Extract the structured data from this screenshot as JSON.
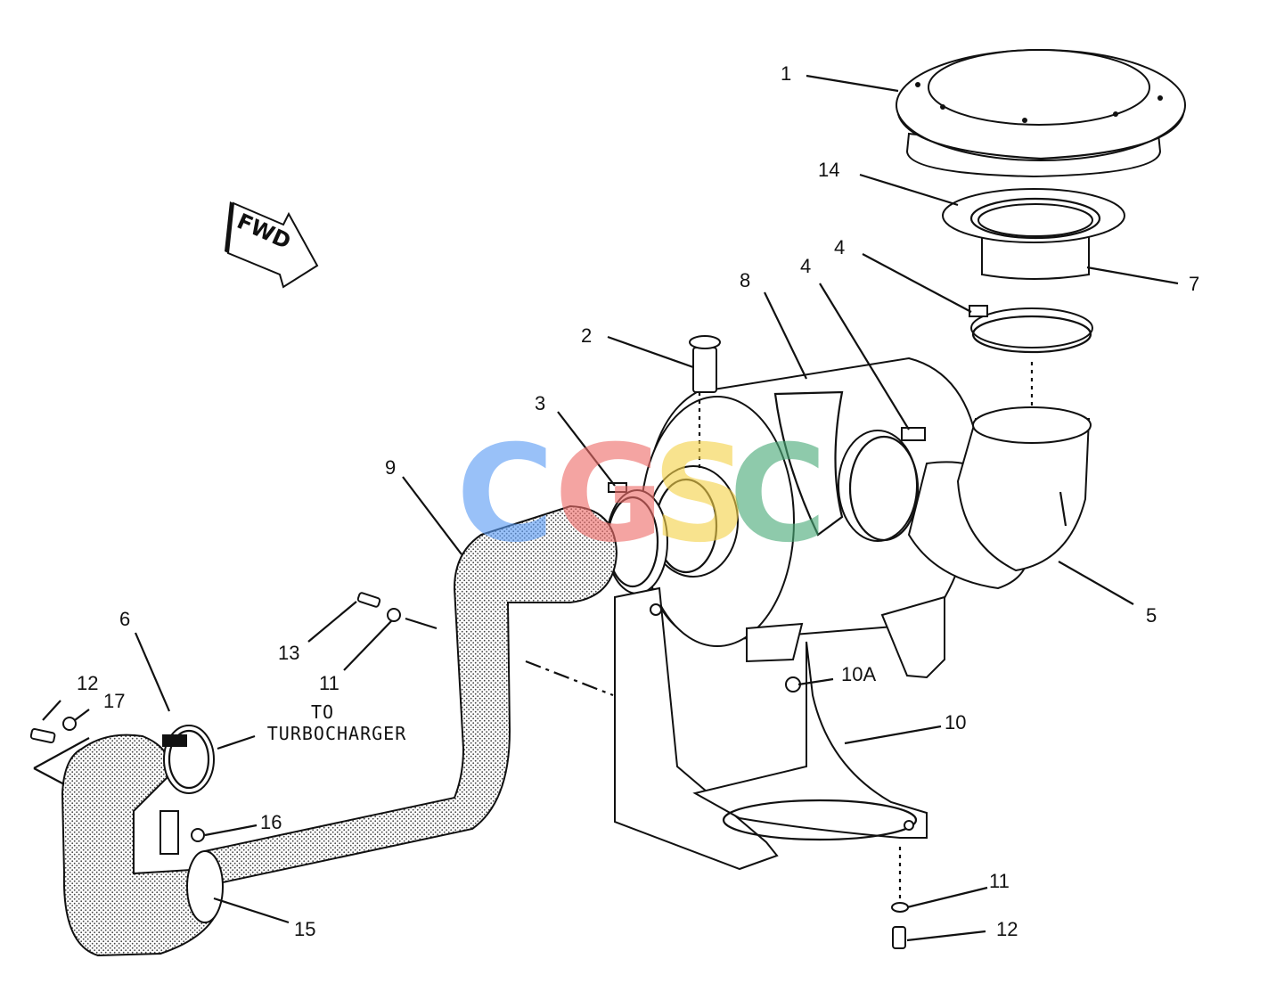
{
  "direction_label": "FWD",
  "destination_note": [
    "TO",
    "TURBOCHARGER"
  ],
  "callouts": [
    "1",
    "14",
    "4",
    "7",
    "4",
    "8",
    "2",
    "3",
    "9",
    "5",
    "6",
    "12",
    "17",
    "13",
    "11",
    "10A",
    "10",
    "16",
    "15",
    "11",
    "12"
  ],
  "watermark": {
    "letters": [
      "C",
      "G",
      "S",
      "C"
    ],
    "colors": [
      "#5b9cf5",
      "#ee6e6a",
      "#f5d24a",
      "#4aab78"
    ]
  }
}
